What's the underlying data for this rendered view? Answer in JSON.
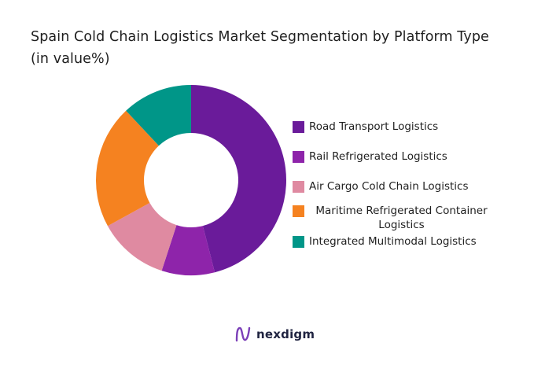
{
  "title": {
    "line1": "Spain Cold Chain Logistics Market Segmentation by Platform Type",
    "line2": "(in value%)"
  },
  "chart_data": {
    "type": "pie",
    "donut": true,
    "title": "Spain Cold Chain Logistics Market Segmentation by Platform Type (in value%)",
    "categories": [
      "Road Transport Logistics",
      "Rail Refrigerated Logistics",
      "Air Cargo Cold Chain Logistics",
      "Maritime Refrigerated Container Logistics",
      "Integrated Multimodal Logistics"
    ],
    "values": [
      46,
      9,
      12,
      21,
      12
    ],
    "colors": [
      "#6a1b9a",
      "#8e24aa",
      "#df8aa1",
      "#f58220",
      "#009688"
    ],
    "legend_position": "right"
  },
  "brand": {
    "name": "nexdigm",
    "icon": "nexdigm-logo-icon"
  }
}
